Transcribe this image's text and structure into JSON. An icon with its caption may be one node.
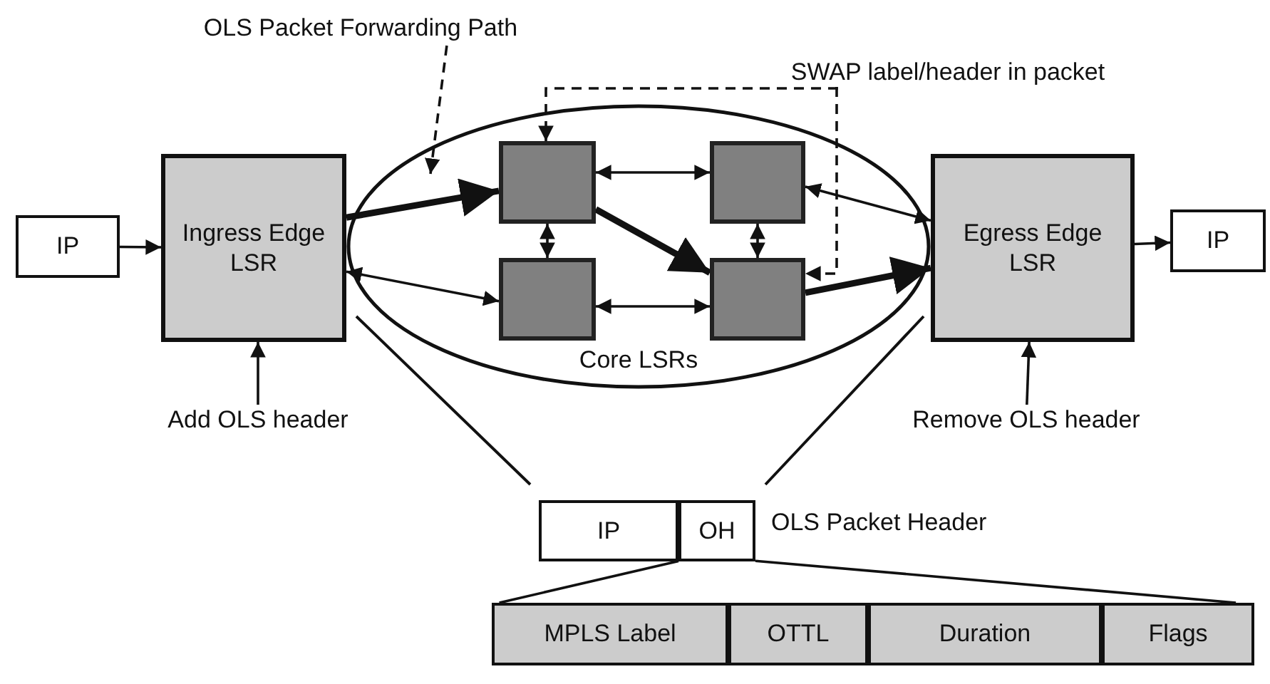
{
  "diagram": {
    "nodes": [
      {
        "text": [
          "OLS Packet Forwarding Path"
        ]
      },
      {
        "text": [
          "SWAP label/header in packet"
        ]
      },
      {
        "text": [
          "IP"
        ]
      },
      {
        "text": [
          "Ingress Edge LSR"
        ]
      },
      {
        "text": [
          "Core LSRs"
        ]
      },
      {
        "text": [],
        "shape": "box",
        "in": 4
      },
      {
        "text": [],
        "shape": "box",
        "in": 4
      },
      {
        "text": [],
        "shape": "box",
        "in": 4
      },
      {
        "text": [],
        "shape": "box",
        "in": 4
      },
      {
        "text": [
          "Egress Edge LSR"
        ]
      },
      {
        "text": [
          "IP"
        ]
      },
      {
        "text": [
          "Add OLS header"
        ]
      },
      {
        "text": [
          "Remove OLS header"
        ]
      },
      {
        "text": [
          "IP"
        ]
      },
      {
        "text": [
          "OH"
        ]
      },
      {
        "text": [
          "MPLS Label"
        ]
      },
      {
        "text": [
          "OTTL"
        ]
      },
      {
        "text": [
          "Duration"
        ]
      },
      {
        "text": [
          "Flags"
        ]
      }
    ],
    "edges": [
      {
        "from": 2,
        "to": 3,
        "arrow": "to"
      },
      {
        "from": 3,
        "to": 5,
        "arrow": "to",
        "style": "thick"
      },
      {
        "from": 3,
        "to": 7,
        "arrow": "both"
      },
      {
        "from": 5,
        "to": 6,
        "arrow": "both"
      },
      {
        "from": 5,
        "to": 7,
        "arrow": "both"
      },
      {
        "from": 5,
        "to": 8,
        "arrow": "to",
        "style": "thick"
      },
      {
        "from": 6,
        "to": 8,
        "arrow": "both"
      },
      {
        "from": 7,
        "to": 8,
        "arrow": "both"
      },
      {
        "from": 6,
        "to": 9,
        "arrow": "both"
      },
      {
        "from": 8,
        "to": 9,
        "arrow": "to",
        "style": "thick"
      },
      {
        "from": 9,
        "to": 10,
        "arrow": "to"
      },
      {
        "from": 11,
        "to": 3,
        "arrow": "to"
      },
      {
        "from": 12,
        "to": 9,
        "arrow": "to"
      },
      {
        "from": 0,
        "to": 4,
        "arrow": "to",
        "style": "dashed"
      },
      {
        "from": 1,
        "to": 5,
        "arrow": "to",
        "style": "dashed"
      },
      {
        "from": 1,
        "to": 8,
        "arrow": "to",
        "style": "dashed"
      },
      {
        "from": 14,
        "to": 15,
        "arrow": "none"
      },
      {
        "from": 14,
        "to": 18,
        "arrow": "none"
      }
    ],
    "labels": [
      "OLS Packet Header"
    ]
  }
}
